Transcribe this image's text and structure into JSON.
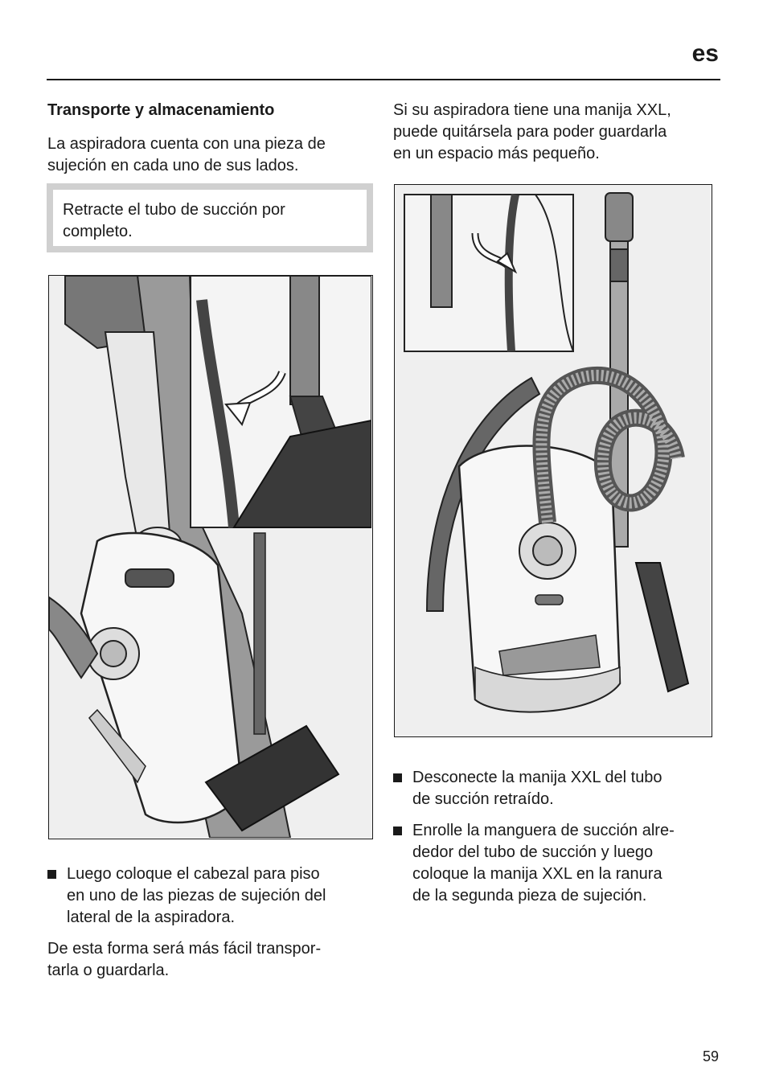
{
  "header": {
    "lang": "es"
  },
  "left": {
    "heading": "Transporte y almacenamiento",
    "intro": [
      "La aspiradora cuenta con una pieza de",
      "sujeción en cada uno de sus lados."
    ],
    "note": [
      "Retracte el tubo de succión por",
      "completo."
    ],
    "bullet1": [
      "Luego coloque el cabezal para piso",
      "en uno de las piezas de sujeción del",
      "lateral de la aspiradora."
    ],
    "outro": [
      "De esta forma será más fácil transpor-",
      "tarla o guardarla."
    ]
  },
  "right": {
    "intro": [
      "Si su aspiradora tiene una manija XXL,",
      "puede quitársela para poder guardarla",
      "en un espacio más pequeño."
    ],
    "bullet1": [
      "Desconecte la manija XXL del tubo",
      "de succión retraído."
    ],
    "bullet2": [
      "Enrolle la manguera de succión alre-",
      "dedor del tubo de succión y luego",
      "coloque la manija XXL en la ranura",
      "de la segunda pieza de sujeción."
    ]
  },
  "footer": {
    "page": "59"
  },
  "figures": {
    "left_icon": "vacuum-carry-illustration",
    "right_icon": "vacuum-storage-illustration"
  }
}
